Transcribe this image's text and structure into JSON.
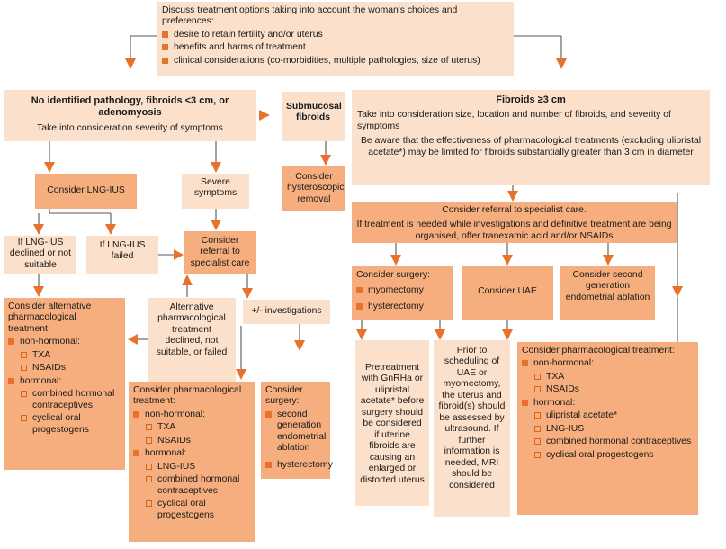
{
  "top": {
    "intro": "Discuss treatment options taking into account the woman's choices and preferences:",
    "bullets": [
      "desire to retain fertility and/or uterus",
      "benefits and harms of treatment",
      "clinical considerations (co-morbidities, multiple pathologies, size of uterus)"
    ]
  },
  "left_branch": {
    "title": "No identified pathology, fibroids <3 cm, or adenomyosis",
    "note": "Take into consideration severity of symptoms",
    "lng_ius": "Consider LNG-IUS",
    "severe": "Severe symptoms",
    "declined": "If LNG-IUS declined or not suitable",
    "failed": "If LNG-IUS failed",
    "referral": "Consider referral to specialist care",
    "investigations": "+/- investigations",
    "alt_declined": "Alternative pharmacological treatment declined, not suitable, or failed",
    "alt_pharm": {
      "title": "Consider alternative pharmacological treatment:",
      "nonhormonal": "non-hormonal:",
      "nonhormonal_items": [
        "TXA",
        "NSAIDs"
      ],
      "hormonal": "hormonal:",
      "hormonal_items": [
        "combined hormonal contraceptives",
        "cyclical oral progestogens"
      ]
    },
    "pharm": {
      "title": "Consider pharmacological treatment:",
      "nonhormonal": "non-hormonal:",
      "nonhormonal_items": [
        "TXA",
        "NSAIDs"
      ],
      "hormonal": "hormonal:",
      "hormonal_items": [
        "LNG-IUS",
        "combined hormonal contraceptives",
        "cyclical oral progestogens"
      ]
    },
    "surgery": {
      "title": "Consider surgery:",
      "items": [
        "second generation endometrial ablation",
        "hysterectomy"
      ]
    }
  },
  "submucosal": {
    "title": "Submucosal fibroids",
    "action": "Consider hysteroscopic removal"
  },
  "right_branch": {
    "title": "Fibroids ≥3 cm",
    "note1": "Take into consideration size, location and number of fibroids, and severity of symptoms",
    "note2": "Be aware that the effectiveness of pharmacological treatments (excluding ulipristal acetate*) may be limited for fibroids substantially greater than 3 cm in diameter",
    "referral": "Consider referral to specialist care.",
    "referral_note": "If treatment is needed while investigations and definitive treatment are being organised, offer tranexamic acid and/or NSAIDs",
    "surgery": {
      "title": "Consider surgery:",
      "items": [
        "myomectomy",
        "hysterectomy"
      ]
    },
    "uae": "Consider UAE",
    "ablation": "Consider second generation endometrial ablation",
    "pretreatment": "Pretreatment with GnRHa or ulipristal acetate* before surgery should be considered if uterine fibroids are causing an enlarged or distorted uterus",
    "prior": "Prior to scheduling of UAE or myomectomy, the uterus and fibroid(s) should be assessed by ultrasound. If further information is needed, MRI should be considered",
    "pharm": {
      "title": "Consider pharmacological treatment:",
      "nonhormonal": "non-hormonal:",
      "nonhormonal_items": [
        "TXA",
        "NSAIDs"
      ],
      "hormonal": "hormonal:",
      "hormonal_items": [
        "ulipristal acetate*",
        "LNG-IUS",
        "combined hormonal contraceptives",
        "cyclical oral progestogens"
      ]
    }
  },
  "colors": {
    "light_box": "#fbe0cb",
    "dark_box": "#f6ae7e",
    "accent": "#e8722c",
    "line": "#555555"
  }
}
